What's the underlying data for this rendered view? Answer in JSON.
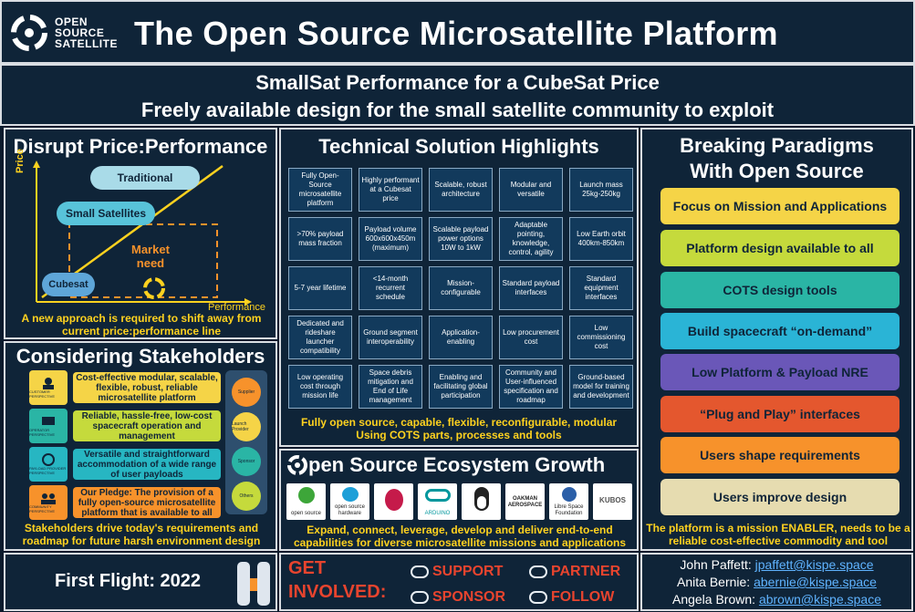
{
  "header": {
    "logo_lines": [
      "OPEN",
      "SOURCE",
      "SATELLITE"
    ],
    "title": "The Open Source Microsatellite Platform",
    "logo_icon": "satellite-logo-icon"
  },
  "subheader": {
    "line1": "SmallSat Performance for a CubeSat Price",
    "line2": "Freely available design for the small satellite community to exploit"
  },
  "disrupt": {
    "title": "Disrupt Price:Performance",
    "y_axis": "Price",
    "x_axis": "Performance",
    "bubbles": [
      "Traditional",
      "Small Satellites",
      "Cubesat"
    ],
    "market_need": [
      "Market",
      "need"
    ],
    "footer": "A new approach is required to shift away from current price:performance line"
  },
  "stakeholders": {
    "title": "Considering Stakeholders",
    "rows": [
      {
        "perspective": "CUSTOMER PERSPECTIVE",
        "text": "Cost-effective modular, scalable, flexible, robust, reliable microsatellite platform",
        "color": "#f5d447",
        "icon_bg": "#f5d447"
      },
      {
        "perspective": "OPERATOR PERSPECTIVE",
        "text": "Reliable, hassle-free, low-cost spacecraft operation and management",
        "color": "#c5da3c",
        "icon_bg": "#2ab5a5"
      },
      {
        "perspective": "PAYLOAD PROVIDER PERSPECTIVE",
        "text": "Versatile and straightforward accommodation of a wide range of user payloads",
        "color": "#27b6c2",
        "icon_bg": "#27b6c2"
      },
      {
        "perspective": "COMMUNITY PERSPECTIVE",
        "text": "Our Pledge: The provision of a fully open-source microsatellite platform that is available to all",
        "color": "#f7922b",
        "icon_bg": "#f7922b"
      }
    ],
    "side": [
      {
        "label": "Supplier",
        "color": "#f7922b"
      },
      {
        "label": "Launch Provider",
        "color": "#f5d447"
      },
      {
        "label": "Sponsor",
        "color": "#2ab5a5"
      },
      {
        "label": "Others",
        "color": "#c5da3c"
      }
    ],
    "footer": "Stakeholders drive today's requirements and roadmap for future harsh environment design"
  },
  "tech": {
    "title": "Technical Solution Highlights",
    "cells": [
      "Fully Open-Source microsatellite platform",
      "Highly performant at a Cubesat price",
      "Scalable, robust architecture",
      "Modular and versatile",
      "Launch mass 25kg-250kg",
      ">70% payload mass fraction",
      "Payload volume 600x600x450m (maximum)",
      "Scalable payload power options 10W to 1kW",
      "Adaptable pointing, knowledge, control, agility",
      "Low Earth orbit 400km-850km",
      "5-7 year lifetime",
      "<14-month recurrent schedule",
      "Mission-configurable",
      "Standard payload interfaces",
      "Standard equipment interfaces",
      "Dedicated and rideshare launcher compatibility",
      "Ground segment interoperability",
      "Application-enabling",
      "Low procurement cost",
      "Low commissioning cost",
      "Low operating cost through mission life",
      "Space debris mitigation and End of Life management",
      "Enabling and facilitating global participation",
      "Community and User-influenced specification and roadmap",
      "Ground-based model for training and development"
    ],
    "footer1": "Fully open source, capable, flexible, reconfigurable, modular",
    "footer2": "Using COTS parts, processes and tools"
  },
  "ecosystem": {
    "title": "pen Source Ecosystem Growth",
    "logos": [
      "open source",
      "open source hardware",
      "raspberry pi",
      "ARDUINO",
      "linux",
      "OAKMAN AEROSPACE",
      "Libre Space Foundation",
      "KUBOS"
    ],
    "footer": "Expand, connect, leverage, develop and deliver end-to-end capabilities for diverse microsatellite missions and applications"
  },
  "paradigms": {
    "title_l1": "Breaking Paradigms",
    "title_l2": "With Open Source",
    "items": [
      {
        "label": "Focus on Mission and Applications",
        "color": "#f5d447"
      },
      {
        "label": "Platform design available to all",
        "color": "#c5da3c"
      },
      {
        "label": "COTS design tools",
        "color": "#2ab5a5"
      },
      {
        "label": "Build spacecraft “on-demand”",
        "color": "#2ab4d6"
      },
      {
        "label": "Low Platform & Payload NRE",
        "color": "#6a57b8"
      },
      {
        "label": "“Plug and Play” interfaces",
        "color": "#e4572e"
      },
      {
        "label": "Users shape requirements",
        "color": "#f7922b"
      },
      {
        "label": "Users improve design",
        "color": "#e6dcb0"
      }
    ],
    "footer": "The platform is a mission ENABLER, needs to be a reliable cost-effective commodity and tool"
  },
  "flight": {
    "label": "First Flight: 2022"
  },
  "get_involved": {
    "line1": "GET",
    "line2": "INVOLVED:",
    "actions": [
      "SUPPORT",
      "PARTNER",
      "SPONSOR",
      "FOLLOW"
    ]
  },
  "contacts": [
    {
      "name": "John Paffett:",
      "email": "jpaffett@kispe.space"
    },
    {
      "name": "Anita Bernie:",
      "email": "abernie@kispe.space"
    },
    {
      "name": "Angela Brown:",
      "email": "abrown@kispe.space"
    }
  ]
}
